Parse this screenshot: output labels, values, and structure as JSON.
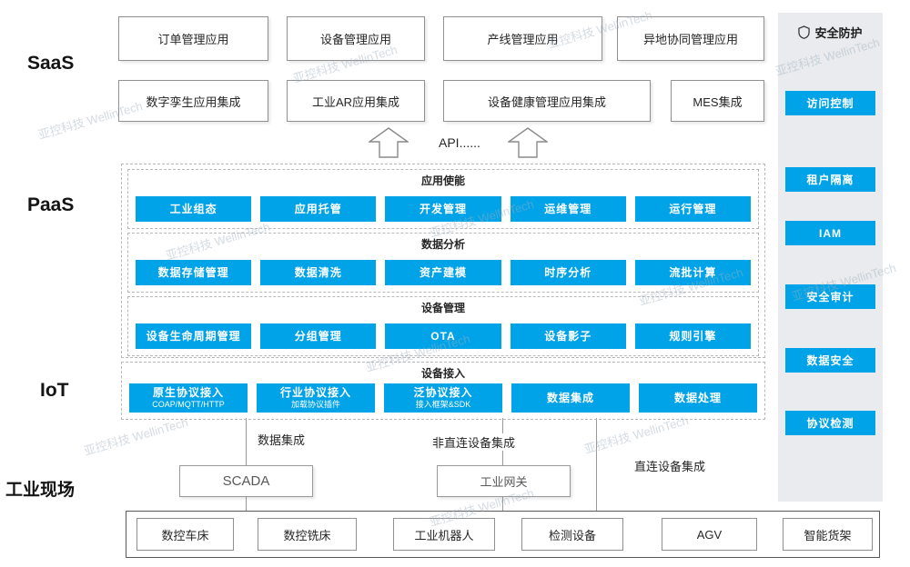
{
  "layer_labels": {
    "saas": "SaaS",
    "paas": "PaaS",
    "iot": "IoT",
    "field": "工业现场"
  },
  "saas": {
    "row1": [
      "订单管理应用",
      "设备管理应用",
      "产线管理应用",
      "异地协同管理应用"
    ],
    "row2": [
      "数字孪生应用集成",
      "工业AR应用集成",
      "设备健康管理应用集成",
      "MES集成"
    ]
  },
  "api": {
    "label": "API......"
  },
  "paas": {
    "sections": [
      {
        "title": "应用使能",
        "items": [
          "工业组态",
          "应用托管",
          "开发管理",
          "运维管理",
          "运行管理"
        ]
      },
      {
        "title": "数据分析",
        "items": [
          "数据存储管理",
          "数据清洗",
          "资产建模",
          "时序分析",
          "流批计算"
        ]
      },
      {
        "title": "设备管理",
        "items": [
          "设备生命周期管理",
          "分组管理",
          "OTA",
          "设备影子",
          "规则引擎"
        ]
      }
    ]
  },
  "iot": {
    "title": "设备接入",
    "items": [
      {
        "title": "原生协议接入",
        "subtitle": "COAP/MQTT/HTTP"
      },
      {
        "title": "行业协议接入",
        "subtitle": "加载协议插件"
      },
      {
        "title": "泛协议接入",
        "subtitle": "接入框架&SDK"
      },
      {
        "title": "数据集成",
        "subtitle": ""
      },
      {
        "title": "数据处理",
        "subtitle": ""
      }
    ]
  },
  "security": {
    "title": "安全防护",
    "items": [
      "访问控制",
      "租户隔离",
      "IAM",
      "安全审计",
      "数据安全",
      "协议检测"
    ]
  },
  "flows": {
    "scada_label": "数据集成",
    "gateway_label": "非直连设备集成",
    "direct_label": "直连设备集成"
  },
  "middleware": {
    "scada": "SCADA",
    "gateway": "工业网关"
  },
  "field_devices": [
    "数控车床",
    "数控铣床",
    "工业机器人",
    "检测设备",
    "AGV",
    "智能货架"
  ],
  "watermark": "亚控科技 WellinTech",
  "colors": {
    "accent": "#00a2e8",
    "panel_bg": "#e9ebee",
    "line": "#9a9a9a"
  }
}
